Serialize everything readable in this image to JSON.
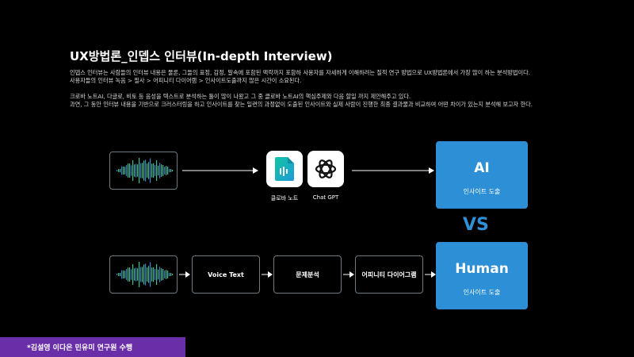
{
  "title": "UX방법론_인뎁스 인터뷰(In-depth Interview)",
  "description": [
    "인뎁스 인터뷰는 사람들의 인터뷰 내용은 물론, 그들의 표정, 감정, 말속에 포함된 맥락까지 포함하 사용자를 자세하게 이해하려는 질적 연구 방법으로 UX방법론에서 가장 많이 하는 분석방법이다.",
    "사용자들의 인터뷰 녹음 > 필사 > 어피니티 다이어램 > 인사이트도출까지 많은 시간이 소요된다.",
    "크로바 노트AI, 다글로, 비토 등 음성을 텍스트로 분석하는 툴이 많이 나왔고 그 중 클로바 노트AI의 핵심주제와 다음 할일 까지 제안해주고 있다.",
    "과연, 그 동안 인터뷰 내용을 기반으로 크러스터링을 하고 인사이트를 찾는 일련의 과정없이 도출된 인사이트와 실제 사람이 진행한 최종 결과물과 비교하여 어떤 차이가 있는지 분석해 보고자 한다."
  ],
  "ai_flow": {
    "tools": [
      {
        "label": "클로바 노트",
        "icon": "clova-note-icon"
      },
      {
        "label": "Chat GPT",
        "icon": "chatgpt-icon"
      }
    ],
    "result": {
      "title": "AI",
      "subtitle": "인사이트 도출"
    }
  },
  "vs_label": "VS",
  "human_flow": {
    "steps": [
      "Voice Text",
      "문제분석",
      "어피니티 다이어그램"
    ],
    "result": {
      "title": "Human",
      "subtitle": "인사이트 도출"
    }
  },
  "credit": "*김설영 이다은 민유미 연구원 수행",
  "colors": {
    "background": "#000000",
    "accent_blue": "#2d8fd5",
    "credit_purple": "#6a2fa8",
    "wave_green": "#3fbf8f",
    "wave_blue": "#3a7fd0"
  }
}
